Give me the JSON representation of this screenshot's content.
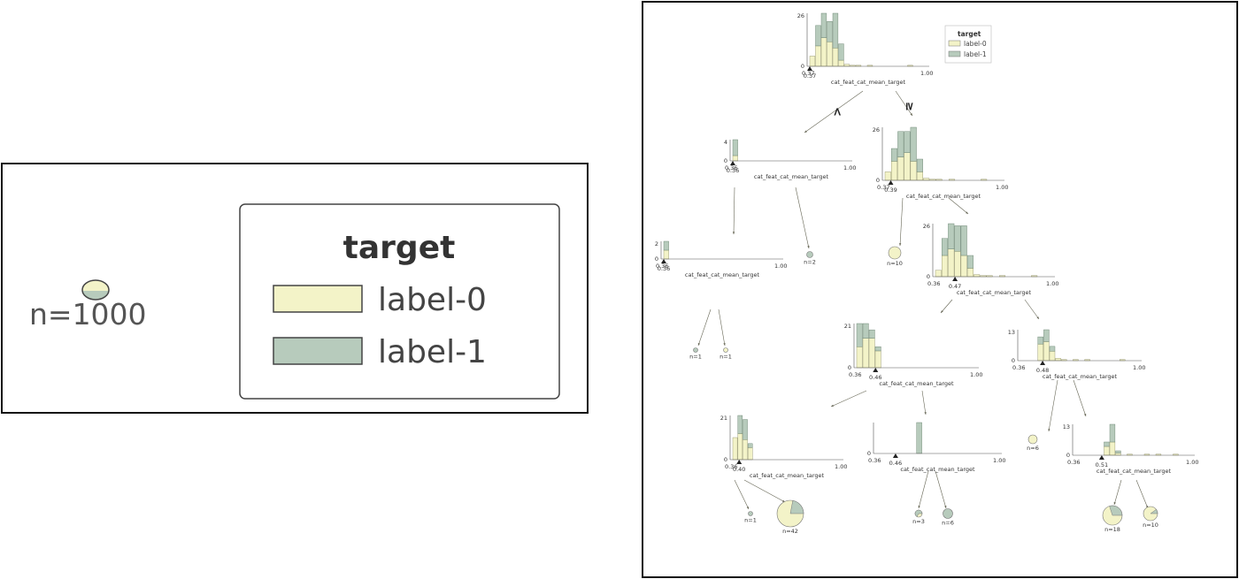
{
  "colors": {
    "label0": "#f3f3c8",
    "label1": "#b7cbbc",
    "edge": "#666655",
    "axis": "#555555",
    "text": "#333333"
  },
  "summary": {
    "root_count": "n=1000",
    "legend_title": "target",
    "legend_items": [
      {
        "label": "label-0",
        "color": "#f3f3c8"
      },
      {
        "label": "label-1",
        "color": "#b7cbbc"
      }
    ]
  },
  "tree": {
    "legend_title": "target",
    "legend_items": [
      "label-0",
      "label-1"
    ],
    "edge_labels": {
      "left": "<",
      "right": "≥"
    },
    "nodes": [
      {
        "id": "root",
        "feature": "cat_feat_cat_mean_target",
        "ymax": "26",
        "ymin": "0",
        "xmin": "0.37",
        "xmax": "1.00",
        "split": "0.37",
        "split_frac": 0.0,
        "bins0": [
          5,
          10,
          14,
          12,
          9,
          3,
          1,
          0.5,
          0.5,
          0,
          0.5,
          0,
          0,
          0,
          0,
          0,
          0,
          0.5,
          0
        ],
        "bins1": [
          0,
          10,
          12,
          10,
          17,
          8,
          0,
          0,
          0,
          0,
          0,
          0,
          0,
          0,
          0,
          0,
          0,
          0,
          0
        ]
      },
      {
        "id": "n1",
        "feature": "cat_feat_cat_mean_target",
        "ymax": "4",
        "ymin": "0",
        "xmin": "0.36",
        "xmax": "1.00",
        "split": "0.36",
        "split_frac": 0.0,
        "bins0": [
          1,
          0,
          0,
          0,
          0,
          0,
          0,
          0,
          0,
          0,
          0,
          0,
          0,
          0,
          0,
          0,
          0,
          0,
          0,
          0
        ],
        "bins1": [
          3,
          0,
          0,
          0,
          0,
          0,
          0,
          0,
          0,
          0,
          0,
          0,
          0,
          0,
          0,
          0,
          0,
          0,
          0,
          0
        ]
      },
      {
        "id": "n2",
        "feature": "cat_feat_cat_mean_target",
        "ymax": "26",
        "ymin": "0",
        "xmin": "0.37",
        "xmax": "1.00",
        "split": "0.39",
        "split_frac": 0.05,
        "bins0": [
          4,
          9,
          11,
          13,
          9,
          4,
          1,
          0.5,
          0.5,
          0,
          0.5,
          0,
          0,
          0,
          0,
          0.5,
          0
        ],
        "bins1": [
          0,
          6,
          12,
          10,
          16,
          6,
          0,
          0,
          0,
          0,
          0,
          0,
          0,
          0,
          0,
          0,
          0
        ]
      },
      {
        "id": "n3",
        "feature": "cat_feat_cat_mean_target",
        "ymax": "2",
        "ymin": "0",
        "xmin": "0.36",
        "xmax": "1.00",
        "split": "0.36",
        "split_frac": 0.0,
        "bins0": [
          1,
          0,
          0,
          0,
          0,
          0,
          0,
          0,
          0,
          0,
          0,
          0,
          0,
          0,
          0,
          0,
          0,
          0,
          0,
          0
        ],
        "bins1": [
          1,
          0,
          0,
          0,
          0,
          0,
          0,
          0,
          0,
          0,
          0,
          0,
          0,
          0,
          0,
          0,
          0,
          0,
          0,
          0
        ]
      },
      {
        "id": "n4",
        "feature": "cat_feat_cat_mean_target",
        "ymax": "26",
        "ymin": "0",
        "xmin": "0.36",
        "xmax": "1.00",
        "split": "0.47",
        "split_frac": 0.17,
        "bins0": [
          3,
          10,
          13,
          12,
          10,
          4,
          1,
          0.5,
          0.5,
          0,
          0.5,
          0,
          0,
          0,
          0,
          0.5,
          0
        ],
        "bins1": [
          0,
          8,
          12,
          12,
          14,
          6,
          0,
          0,
          0,
          0,
          0,
          0,
          0,
          0,
          0,
          0,
          0
        ]
      },
      {
        "id": "n5",
        "feature": "cat_feat_cat_mean_target",
        "ymax": "21",
        "ymin": "0",
        "xmin": "0.36",
        "xmax": "1.00",
        "split": "0.46",
        "split_frac": 0.16,
        "bins0": [
          10,
          14,
          14,
          8,
          0,
          0,
          0,
          0,
          0,
          0,
          0,
          0,
          0,
          0,
          0,
          0,
          0,
          0
        ],
        "bins1": [
          11,
          7,
          4,
          2,
          0,
          0,
          0,
          0,
          0,
          0,
          0,
          0,
          0,
          0,
          0,
          0,
          0,
          0
        ]
      },
      {
        "id": "n6",
        "feature": "cat_feat_cat_mean_target",
        "ymax": "13",
        "ymin": "0",
        "xmin": "0.36",
        "xmax": "1.00",
        "split": "0.48",
        "split_frac": 0.19,
        "bins0": [
          0,
          0,
          0,
          7,
          8,
          4,
          1,
          0.5,
          0,
          0.5,
          0,
          0.5,
          0,
          0,
          0,
          0,
          0,
          0.5,
          0
        ],
        "bins1": [
          0,
          0,
          0,
          3,
          5,
          2,
          0,
          0,
          0,
          0,
          0,
          0,
          0,
          0,
          0,
          0,
          0,
          0,
          0
        ]
      },
      {
        "id": "n7",
        "feature": "cat_feat_cat_mean_target",
        "ymax": "21",
        "ymin": "0",
        "xmin": "0.36",
        "xmax": "1.00",
        "split": "0.40",
        "split_frac": 0.06,
        "bins0": [
          11,
          13,
          10,
          6,
          0,
          0,
          0,
          0,
          0,
          0,
          0,
          0,
          0,
          0,
          0,
          0,
          0,
          0,
          0,
          0
        ],
        "bins1": [
          0,
          9,
          10,
          2,
          0,
          0,
          0,
          0,
          0,
          0,
          0,
          0,
          0,
          0,
          0,
          0,
          0,
          0,
          0,
          0
        ]
      },
      {
        "id": "n8",
        "feature": "cat_feat_cat_mean_target",
        "ymax": "",
        "ymin": "0",
        "xmin": "0.36",
        "xmax": "1.00",
        "split": "0.46",
        "split_frac": 0.16,
        "bins0": [
          0,
          0,
          0,
          0,
          0,
          0,
          0,
          0,
          0,
          0,
          0,
          0,
          0,
          0,
          0,
          0,
          0,
          0,
          0,
          0
        ],
        "bins1": [
          0,
          0,
          0,
          0,
          0,
          0,
          0,
          1,
          0,
          0,
          0,
          0,
          0,
          0,
          0,
          0,
          0,
          0,
          0,
          0
        ]
      },
      {
        "id": "n9",
        "feature": "cat_feat_cat_mean_target",
        "ymax": "13",
        "ymin": "0",
        "xmin": "0.36",
        "xmax": "1.00",
        "split": "0.51",
        "split_frac": 0.23,
        "bins0": [
          0,
          0,
          0,
          0,
          0,
          4,
          6,
          1,
          0,
          0.5,
          0,
          0,
          0.5,
          0,
          0.5,
          0,
          0,
          0.5,
          0
        ],
        "bins1": [
          0,
          0,
          0,
          0,
          0,
          2,
          8,
          1,
          0,
          0,
          0,
          0,
          0,
          0,
          0,
          0,
          0,
          0,
          0
        ]
      }
    ],
    "leaves": [
      {
        "id": "leaf-10a",
        "label": "n=10",
        "frac1": 0.0
      },
      {
        "id": "leaf-2",
        "label": "n=2",
        "frac1": 1.0
      },
      {
        "id": "leaf-1a",
        "label": "n=1",
        "frac1": 1.0
      },
      {
        "id": "leaf-1b",
        "label": "n=1",
        "frac1": 0.0
      },
      {
        "id": "leaf-6a",
        "label": "n=6",
        "frac1": 0.0
      },
      {
        "id": "leaf-1c",
        "label": "n=1",
        "frac1": 1.0
      },
      {
        "id": "leaf-42",
        "label": "n=42",
        "frac1": 0.22
      },
      {
        "id": "leaf-3",
        "label": "n=3",
        "frac1": 0.67
      },
      {
        "id": "leaf-6b",
        "label": "n=6",
        "frac1": 1.0
      },
      {
        "id": "leaf-18",
        "label": "n=18",
        "frac1": 0.3
      },
      {
        "id": "leaf-10b",
        "label": "n=10",
        "frac1": 0.1
      }
    ]
  }
}
